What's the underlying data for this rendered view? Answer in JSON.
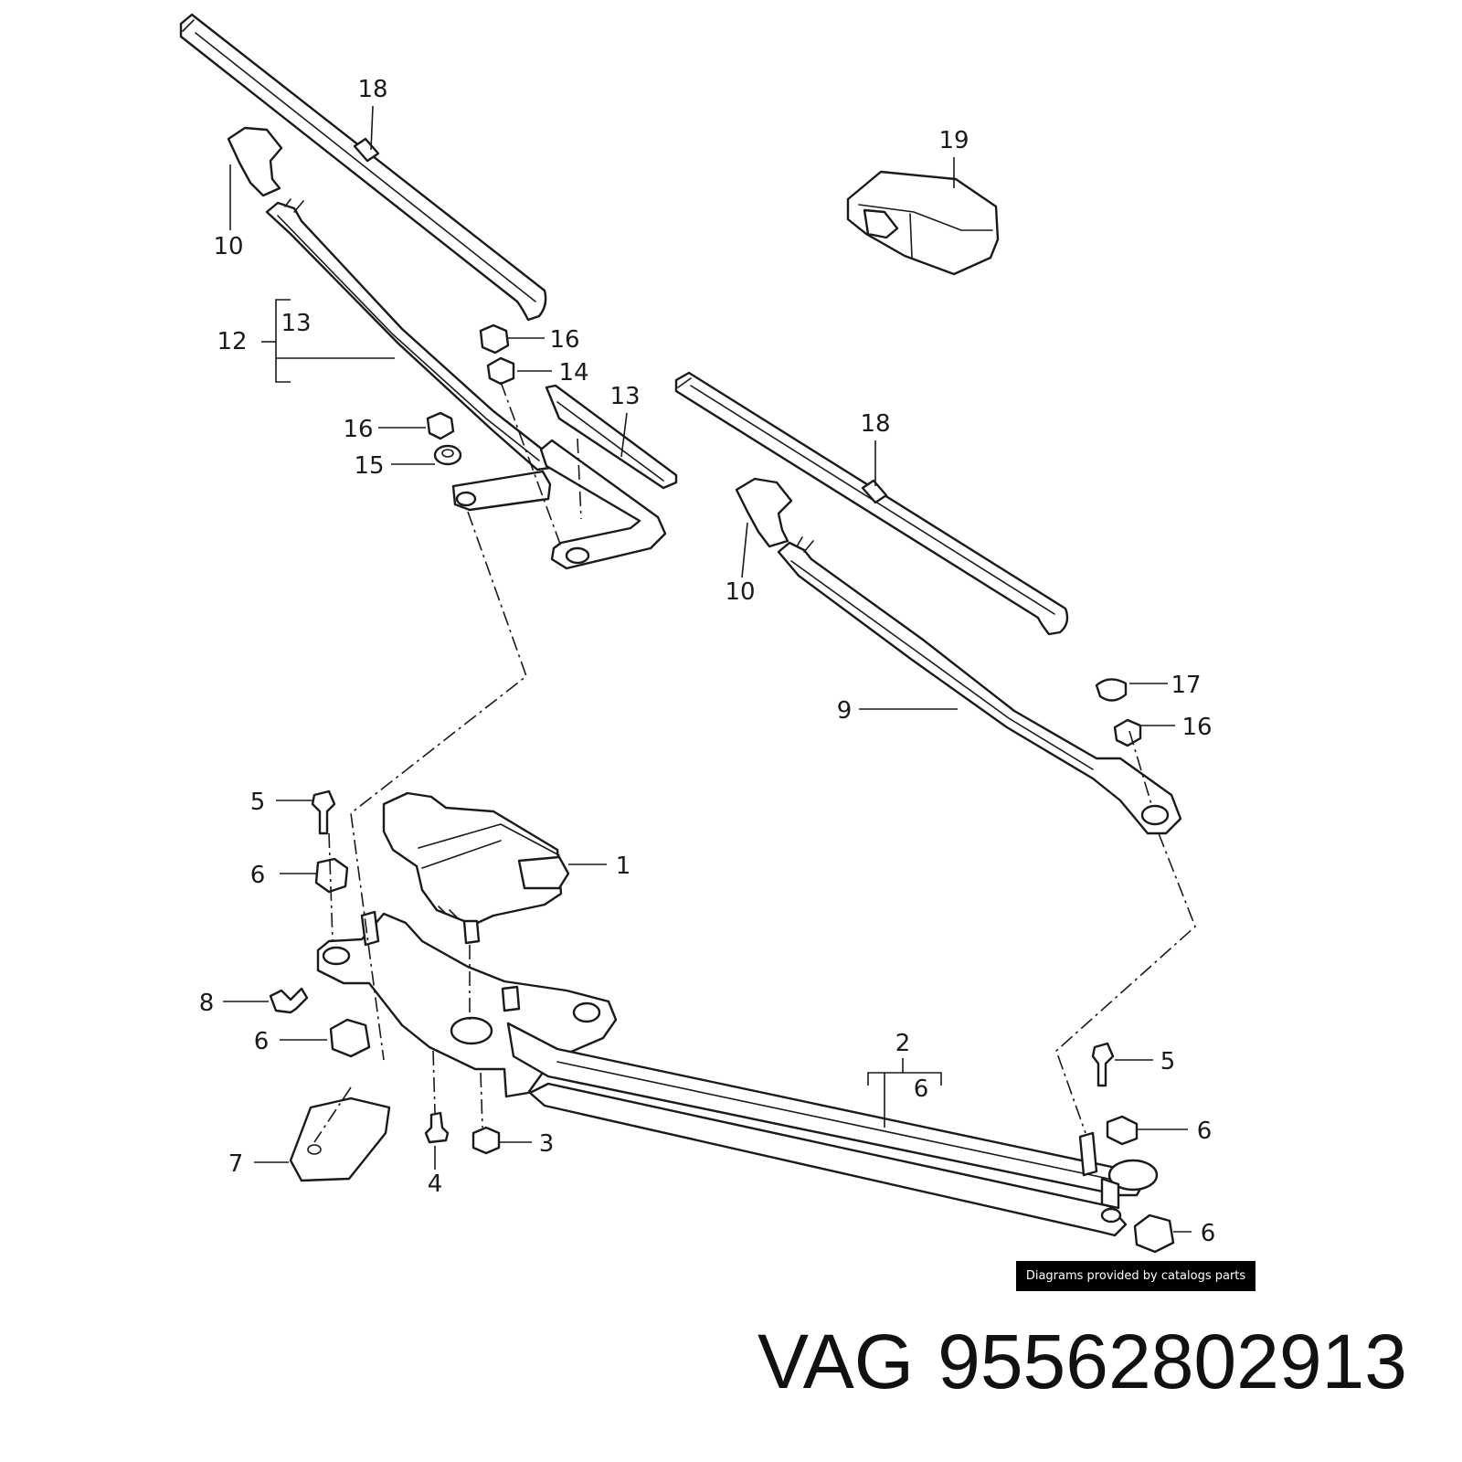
{
  "callouts": {
    "c1": "1",
    "c2": "2",
    "c3": "3",
    "c4": "4",
    "c5a": "5",
    "c5b": "5",
    "c6a": "6",
    "c6b": "6",
    "c6c": "6",
    "c6d": "6",
    "c6e": "6",
    "c7": "7",
    "c8": "8",
    "c9": "9",
    "c10a": "10",
    "c10b": "10",
    "c12": "12",
    "c13a": "13",
    "c13b": "13",
    "c14": "14",
    "c15": "15",
    "c16a": "16",
    "c16b": "16",
    "c16c": "16",
    "c17": "17",
    "c18a": "18",
    "c18b": "18",
    "c19": "19"
  },
  "credit": "Diagrams provided by catalogs parts",
  "footer": {
    "brand": "VAG",
    "part_number": "95562802913"
  },
  "colors": {
    "ink": "#1a1a1a",
    "paper": "#ffffff",
    "badge": "#000000"
  }
}
